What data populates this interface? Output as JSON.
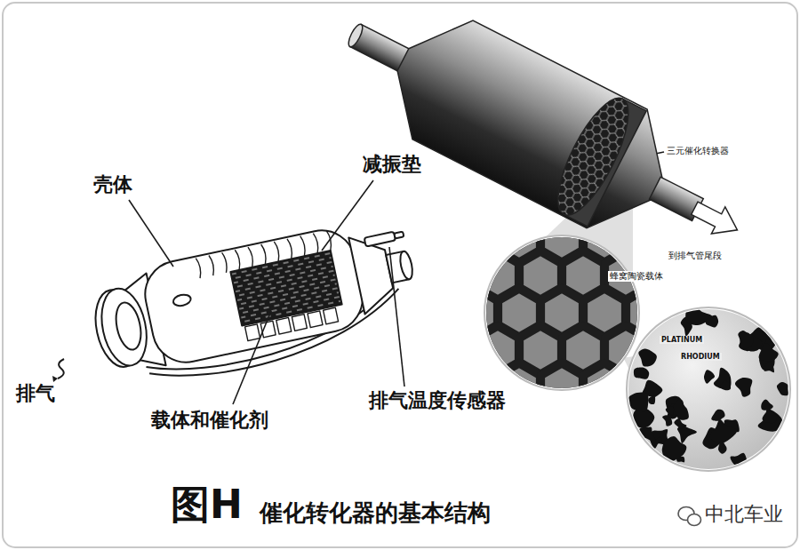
{
  "diagram": {
    "caption": "催化转化器的基本结构",
    "labels": [
      "图H",
      "壳体",
      "减振垫",
      "排气",
      "载体和催化剂",
      "排气温度传感器",
      "三元催化转换器",
      "到排气管尾段",
      "蜂窝陶瓷载体",
      "PLATINUM",
      "RHODIUM",
      "中北车业"
    ]
  }
}
